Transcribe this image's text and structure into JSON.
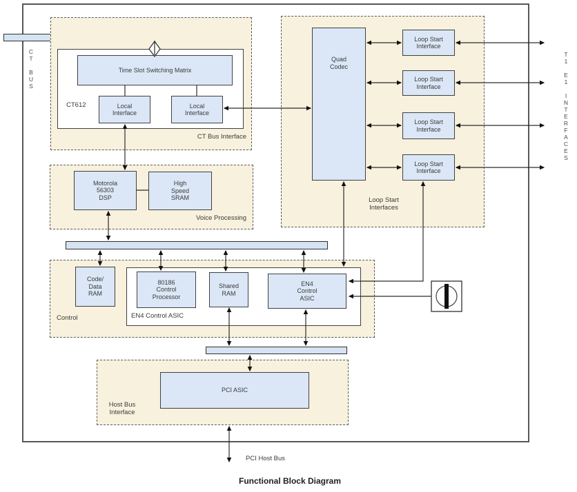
{
  "diagram": {
    "title": "Functional Block Diagram",
    "left_bus_label": "C\nT\n\nB\nU\nS",
    "right_label": "T\n1\n\nE\n1\n\nI\nN\nT\nE\nR\nF\nA\nC\nE\nS",
    "pci_host_bus": "PCI Host Bus",
    "ct_bus_interface": {
      "group_label": "CT Bus Interface",
      "chip_label": "CT612",
      "switch_matrix": "Time Slot Switching Matrix",
      "local_interface_left": "Local\nInterface",
      "local_interface_right": "Local\nInterface"
    },
    "voice_processing": {
      "group_label": "Voice Processing",
      "dsp": "Motorola\n56303\nDSP",
      "sram": "High\nSpeed\nSRAM"
    },
    "control": {
      "group_label": "Control",
      "asic_container_label": "EN4 Control ASIC",
      "code_data_ram": "Code/\nData\nRAM",
      "processor": "80186\nControl\nProcessor",
      "shared_ram": "Shared\nRAM",
      "en4_asic": "EN4\nControl\nASIC"
    },
    "host_bus": {
      "group_label": "Host Bus\nInterface",
      "pci_asic": "PCI ASIC"
    },
    "loop_start": {
      "group_label": "Loop Start\nInterfaces",
      "quad_codec": "Quad\nCodec",
      "interfaces": [
        {
          "label": "Loop Start\nInterface"
        },
        {
          "label": "Loop Start\nInterface"
        },
        {
          "label": "Loop Start\nInterface"
        },
        {
          "label": "Loop Start\nInterface"
        }
      ]
    },
    "colors": {
      "block_fill": "#dbe7f6",
      "group_fill": "#f7f1dd",
      "border": "#454545",
      "line": "#222222"
    }
  }
}
